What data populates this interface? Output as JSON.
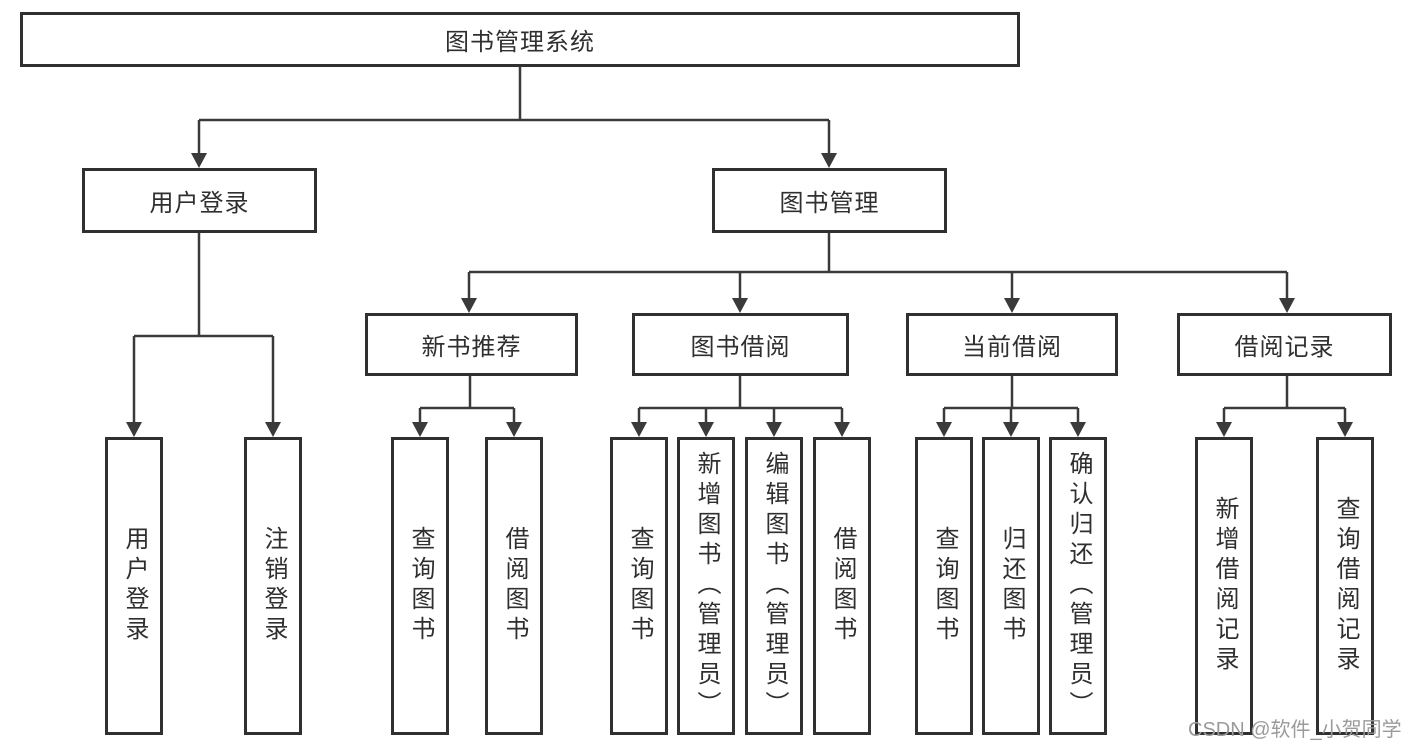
{
  "tree": {
    "root": {
      "label": "图书管理系统"
    },
    "level2": [
      {
        "label": "用户登录",
        "children": [
          {
            "label": "用户登录"
          },
          {
            "label": "注销登录"
          }
        ]
      },
      {
        "label": "图书管理",
        "children": [
          {
            "label": "新书推荐",
            "children": [
              {
                "label": "查询图书"
              },
              {
                "label": "借阅图书"
              }
            ]
          },
          {
            "label": "图书借阅",
            "children": [
              {
                "label": "查询图书"
              },
              {
                "label": "新增图书（管理员）"
              },
              {
                "label": "编辑图书（管理员）"
              },
              {
                "label": "借阅图书"
              }
            ]
          },
          {
            "label": "当前借阅",
            "children": [
              {
                "label": "查询图书"
              },
              {
                "label": "归还图书"
              },
              {
                "label": "确认归还（管理员）"
              }
            ]
          },
          {
            "label": "借阅记录",
            "children": [
              {
                "label": "新增借阅记录"
              },
              {
                "label": "查询借阅记录"
              }
            ]
          }
        ]
      }
    ]
  },
  "watermark": {
    "text": "CSDN @软件_小贺同学"
  },
  "colors": {
    "line": "#3a3a3a",
    "box_border": "#303030",
    "text": "#2f2f2f",
    "watermark": "#9b9b9b",
    "background": "#ffffff"
  }
}
